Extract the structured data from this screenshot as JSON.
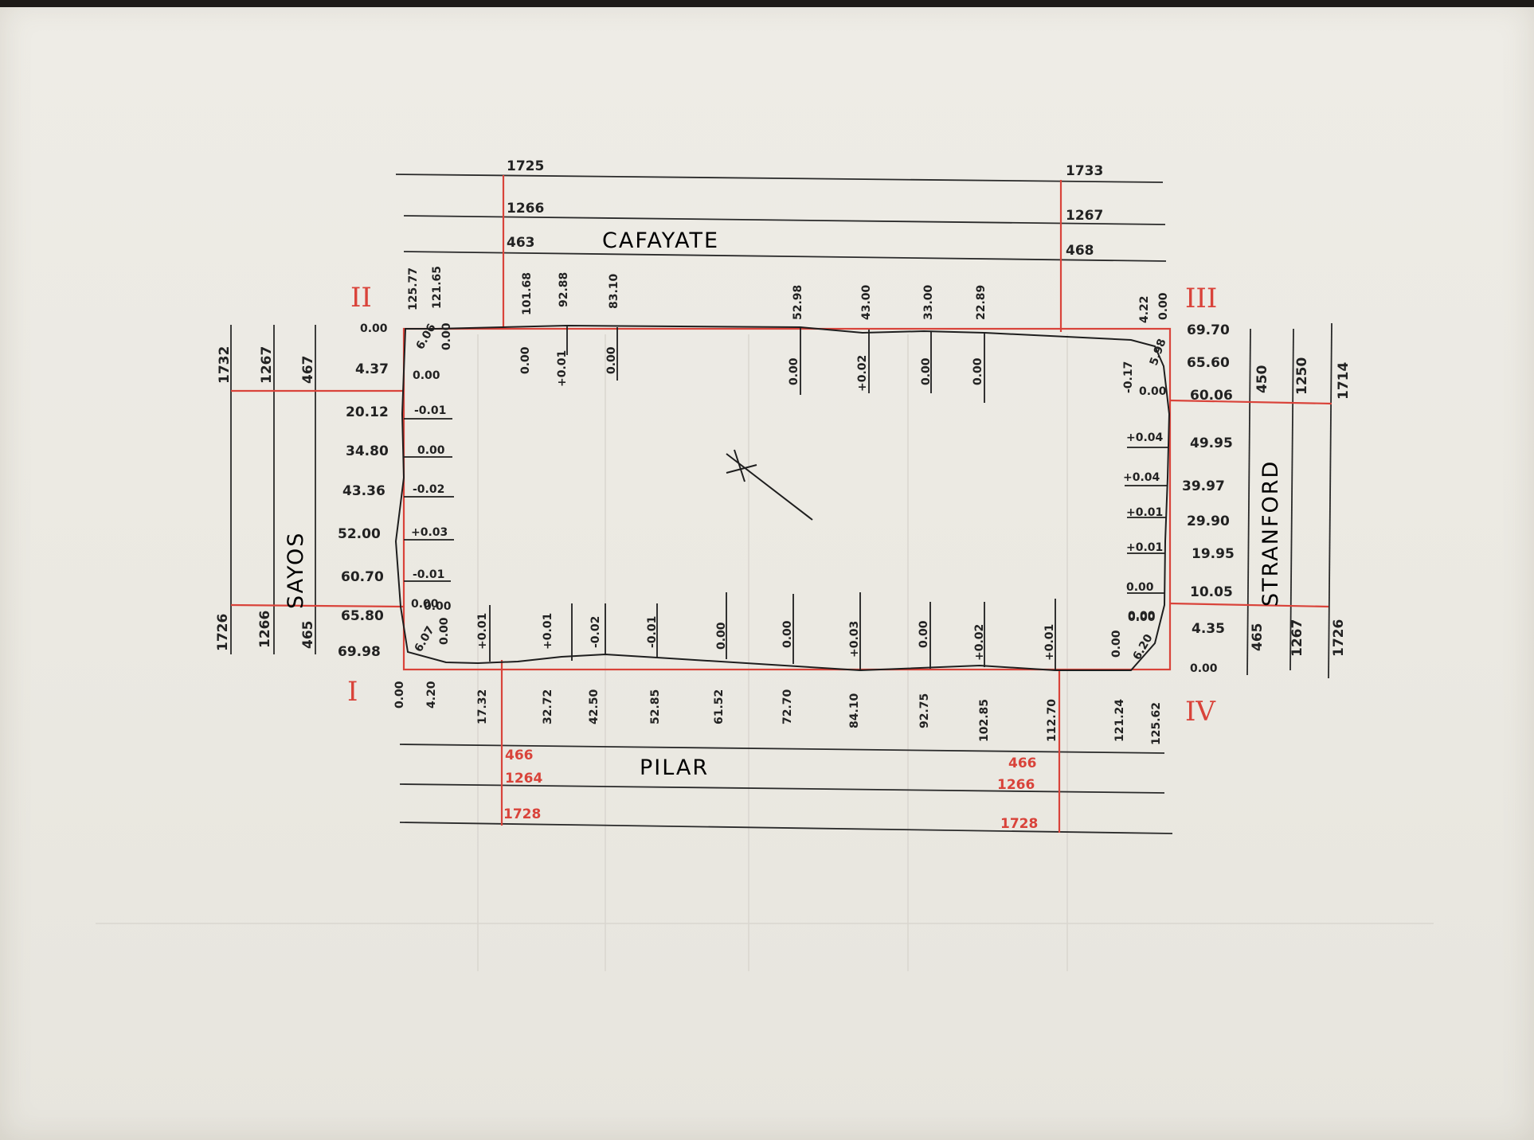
{
  "streets": {
    "north": "CAFAYATE",
    "south": "PILAR",
    "west": "SAYOS",
    "east": "STRANFORD"
  },
  "corners": {
    "i": "I",
    "ii": "II",
    "iii": "III",
    "iv": "IV"
  },
  "north_labels": {
    "left": [
      "1725",
      "1266",
      "463"
    ],
    "right": [
      "1733",
      "1267",
      "468"
    ]
  },
  "south_labels": {
    "left": [
      "466",
      "1264",
      "1728"
    ],
    "right": [
      "466",
      "1266",
      "1728"
    ]
  },
  "west_labels": {
    "top": [
      "1732",
      "1267",
      "467"
    ],
    "bottom": [
      "1726",
      "1266",
      "465"
    ]
  },
  "east_labels": {
    "top": [
      "450",
      "1250",
      "1714"
    ],
    "bottom": [
      "465",
      "1267",
      "1726"
    ]
  },
  "north_stations": [
    "125.77",
    "121.65",
    "101.68",
    "92.88",
    "83.10",
    "52.98",
    "43.00",
    "33.00",
    "22.89",
    "4.22",
    "0.00"
  ],
  "north_offsets": [
    "6.06",
    "0.00",
    "0.00",
    "+0.01",
    "0.00",
    "0.00",
    "+0.02",
    "0.00",
    "0.00",
    "-0.17",
    "5.98",
    "0.00"
  ],
  "south_stations": [
    "0.00",
    "4.20",
    "17.32",
    "32.72",
    "42.50",
    "52.85",
    "61.52",
    "72.70",
    "84.10",
    "92.75",
    "102.85",
    "112.70",
    "121.24",
    "125.62"
  ],
  "south_offsets": [
    "6.07",
    "0.00",
    "0.00",
    "+0.01",
    "+0.01",
    "-0.02",
    "-0.01",
    "0.00",
    "0.00",
    "+0.03",
    "0.00",
    "+0.02",
    "+0.01",
    "0.00",
    "6.20",
    "0.00"
  ],
  "west_stations": [
    "0.00",
    "4.37",
    "20.12",
    "34.80",
    "43.36",
    "52.00",
    "60.70",
    "65.80",
    "69.98"
  ],
  "west_offsets": [
    "0.00",
    "-0.01",
    "0.00",
    "-0.02",
    "+0.03",
    "-0.01",
    "0.00"
  ],
  "east_stations": [
    "69.70",
    "65.60",
    "60.06",
    "49.95",
    "39.97",
    "29.90",
    "19.95",
    "10.05",
    "4.35",
    "0.00"
  ],
  "east_offsets": [
    "+0.04",
    "+0.04",
    "+0.01",
    "+0.01",
    "0.00",
    "0.00"
  ]
}
